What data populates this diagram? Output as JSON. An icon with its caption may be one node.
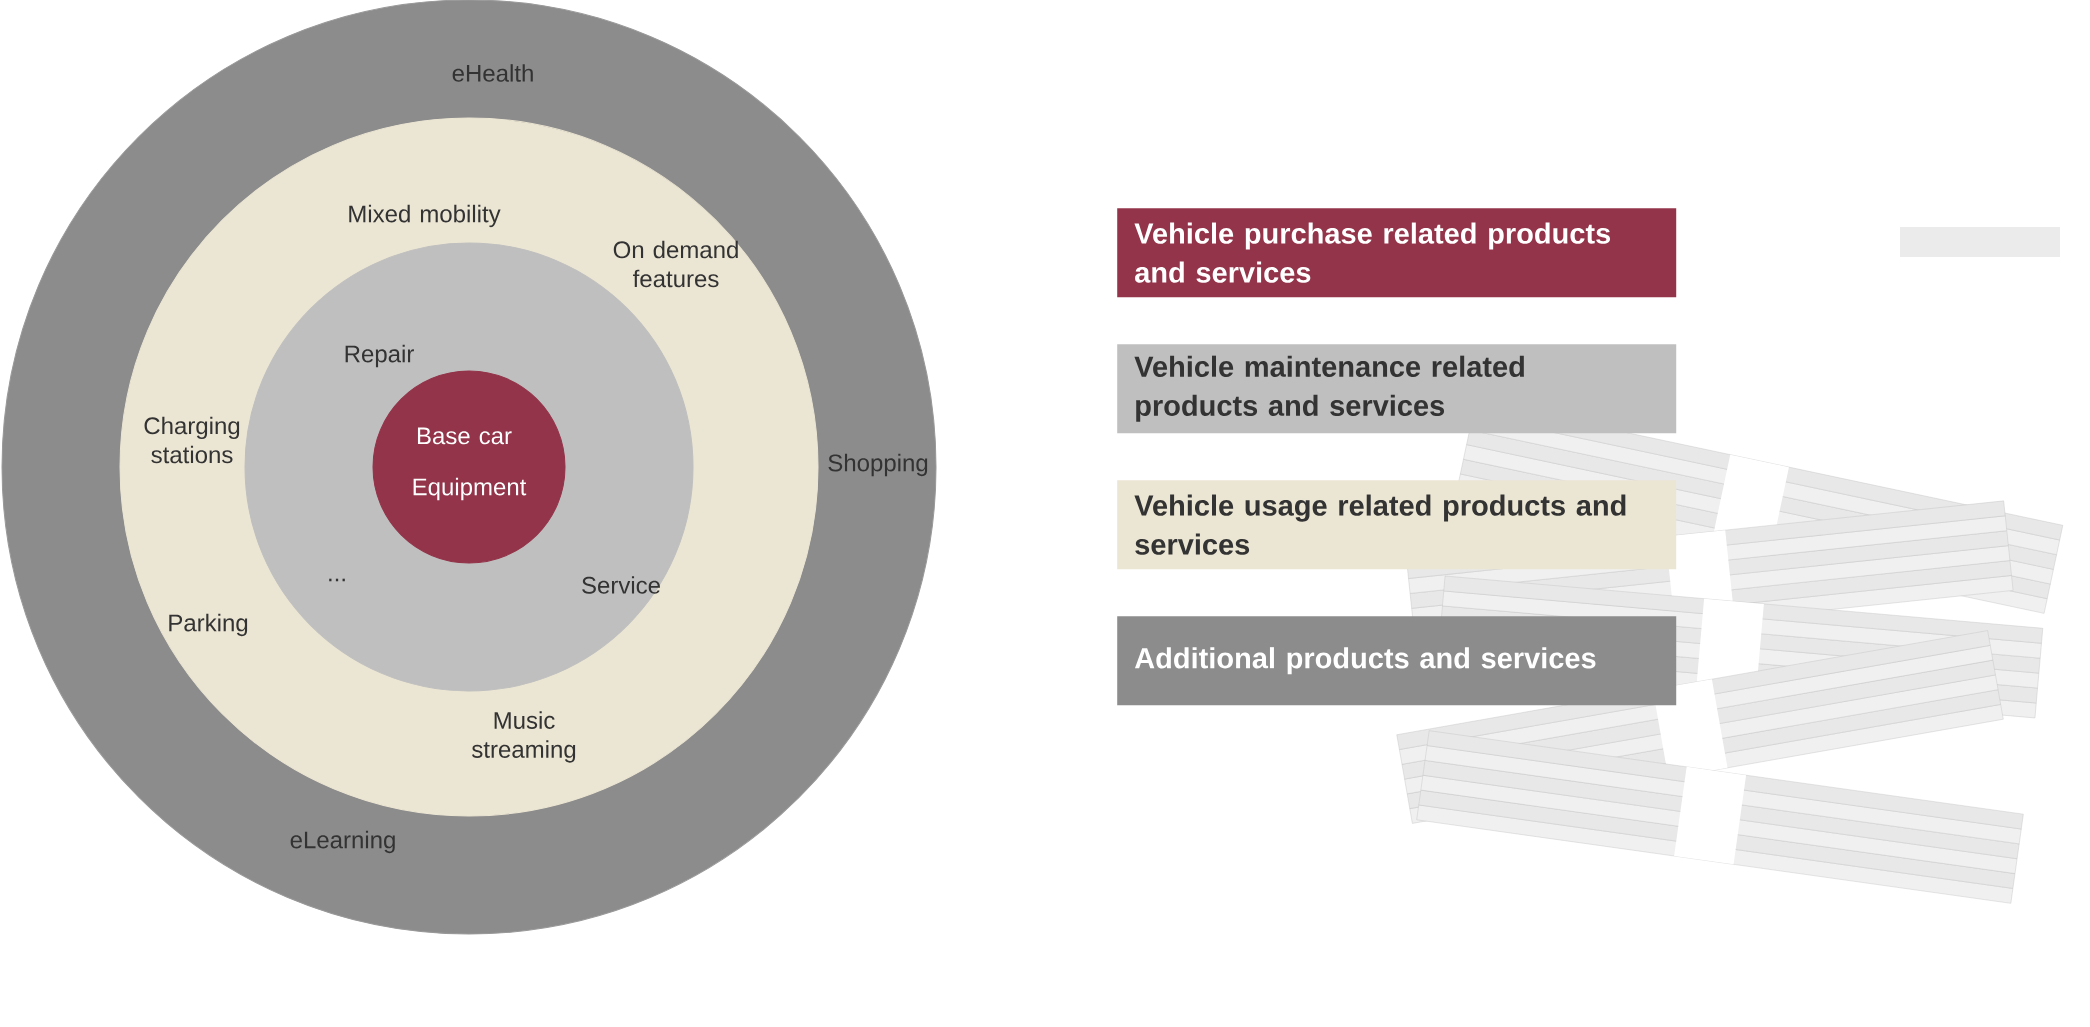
{
  "diagram": {
    "nodes": [
      {
        "text": [
          "eHealth",
          "Shopping",
          "eLearning"
        ]
      },
      {
        "text": [
          "Mixed mobility",
          "On demand features",
          "Charging stations",
          "Parking",
          "Music streaming"
        ],
        "in": 0
      },
      {
        "text": [
          "Repair",
          "...",
          "Service"
        ],
        "in": 1
      },
      {
        "text": [
          "Base car",
          "Equipment"
        ],
        "in": 2
      },
      {
        "text": [
          "Vehicle purchase related products and services"
        ]
      },
      {
        "text": [
          "Vehicle maintenance related products and services"
        ]
      },
      {
        "text": [
          "Vehicle usage related products and services"
        ]
      },
      {
        "text": [
          "Additional products and services"
        ]
      }
    ]
  }
}
